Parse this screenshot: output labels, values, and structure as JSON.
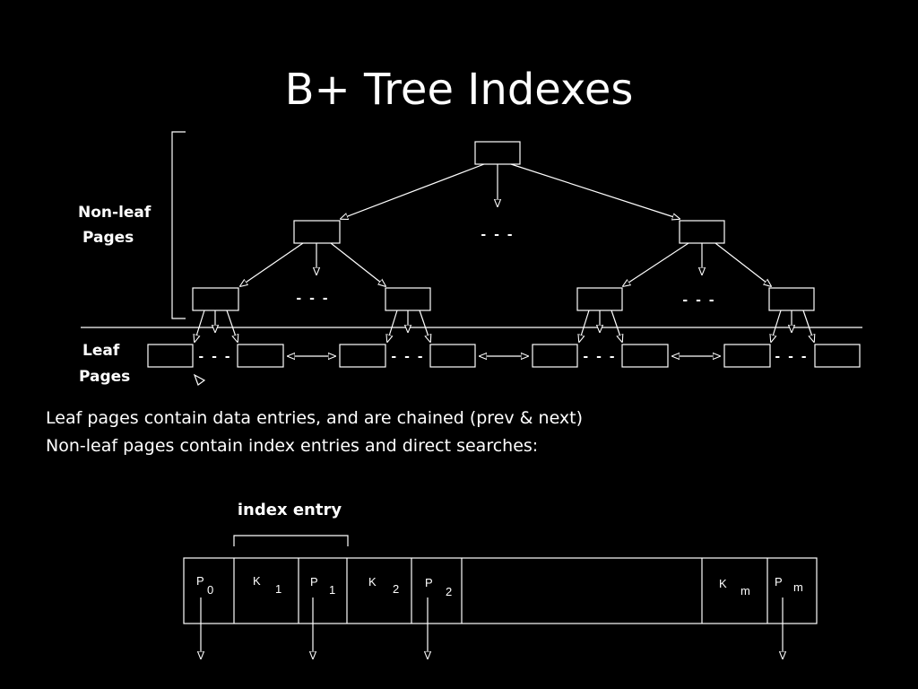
{
  "title": "B+ Tree Indexes",
  "labels": {
    "nonleaf_line1": "Non-leaf",
    "nonleaf_line2": "Pages",
    "leaf_line1": "Leaf",
    "leaf_line2": "Pages",
    "ellipsis": "- - -"
  },
  "description": {
    "line1": "Leaf pages contain data entries, and are chained (prev & next)",
    "line2": "Non-leaf pages contain index entries and direct searches:"
  },
  "index_entry": {
    "label": "index entry",
    "cells": [
      {
        "main": "P",
        "sub": "0"
      },
      {
        "main": "K",
        "sub": "1"
      },
      {
        "main": "P",
        "sub": "1"
      },
      {
        "main": "K",
        "sub": "2"
      },
      {
        "main": "P",
        "sub": "2"
      },
      {
        "main": "",
        "sub": ""
      },
      {
        "main": "K",
        "sub": "m"
      },
      {
        "main": "P",
        "sub": "m"
      }
    ]
  }
}
